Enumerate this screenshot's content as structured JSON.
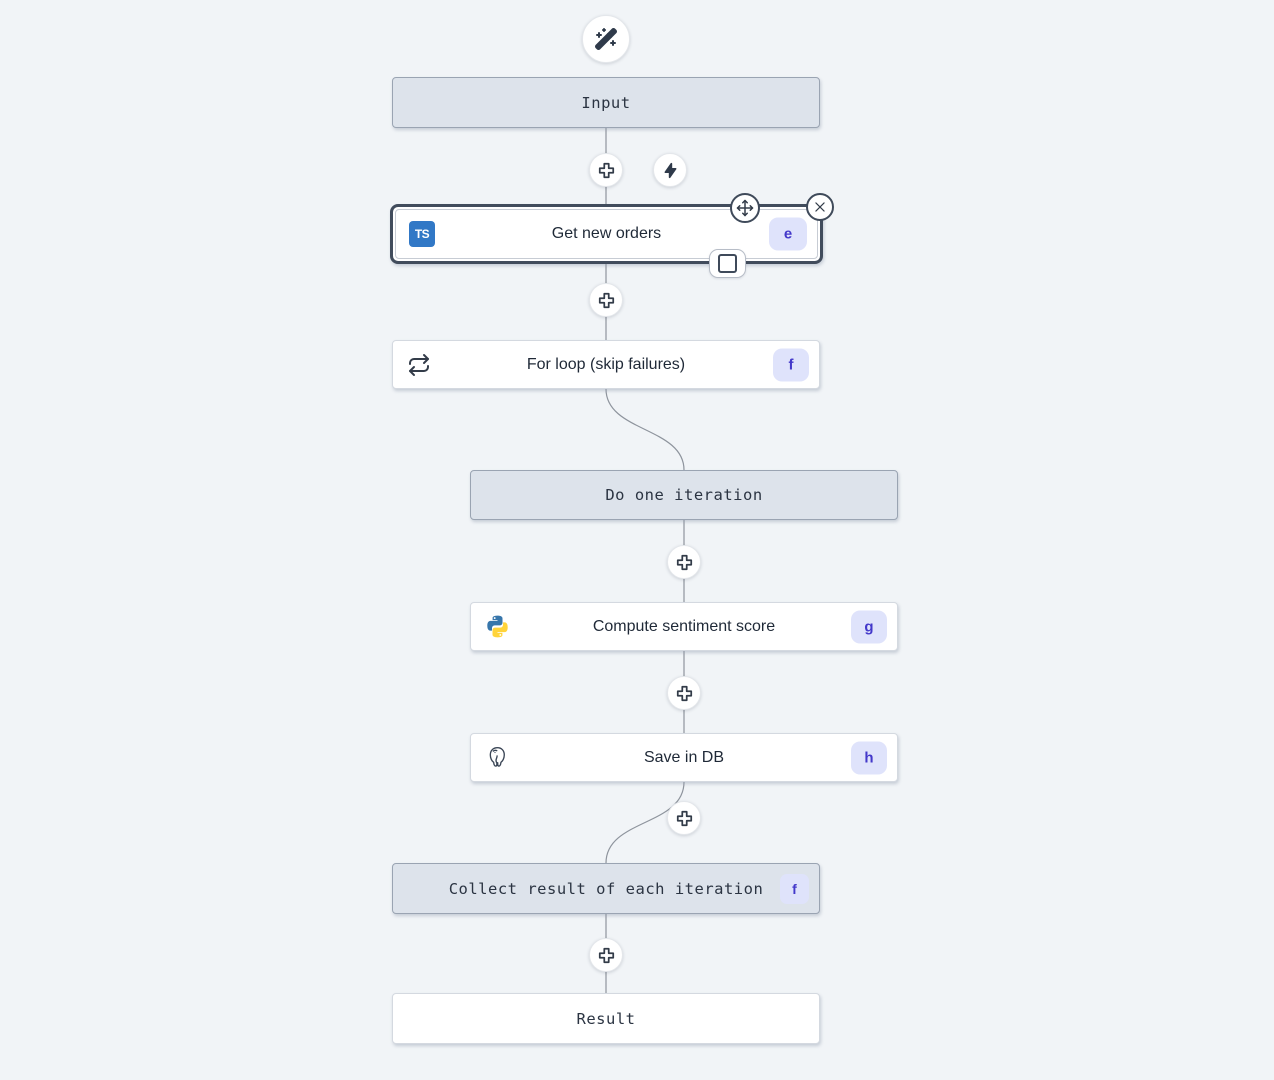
{
  "canvas": {
    "background": "#f1f4f7",
    "connector_color": "#8e949d"
  },
  "palette": {
    "module_bg": "#ffffff",
    "module_border": "#d4d9e0",
    "virtual_node_bg": "#dde3eb",
    "virtual_node_border": "#9aa4b2",
    "selected_border": "#414c5c",
    "badge_bg": "#dfe3fb",
    "badge_text": "#4338ca",
    "icon_dark": "#2f3a4a",
    "typescript_blue": "#3178c6",
    "python_blue": "#3776ab",
    "python_yellow": "#ffd43b"
  },
  "toolbar": {
    "ai_builder_icon": "wand-sparkles-icon"
  },
  "controls": {
    "add_step_icon": "plus-icon",
    "trigger_icon": "bolt-icon",
    "move_icon": "arrows-move-icon",
    "remove_icon": "close-icon",
    "toggle_icon": "square-icon"
  },
  "nodes": {
    "input": {
      "label": "Input"
    },
    "get_new_orders": {
      "label": "Get new orders",
      "badge": "e",
      "icon": "typescript-icon",
      "icon_text": "TS",
      "selected": true
    },
    "for_loop": {
      "label": "For loop (skip failures)",
      "badge": "f",
      "icon": "repeat-icon"
    },
    "do_one_iteration": {
      "label": "Do one iteration"
    },
    "compute_sentiment": {
      "label": "Compute sentiment score",
      "badge": "g",
      "icon": "python-icon"
    },
    "save_in_db": {
      "label": "Save in DB",
      "badge": "h",
      "icon": "postgresql-icon"
    },
    "collect_result": {
      "label": "Collect result of each iteration",
      "badge": "f"
    },
    "result": {
      "label": "Result"
    }
  }
}
